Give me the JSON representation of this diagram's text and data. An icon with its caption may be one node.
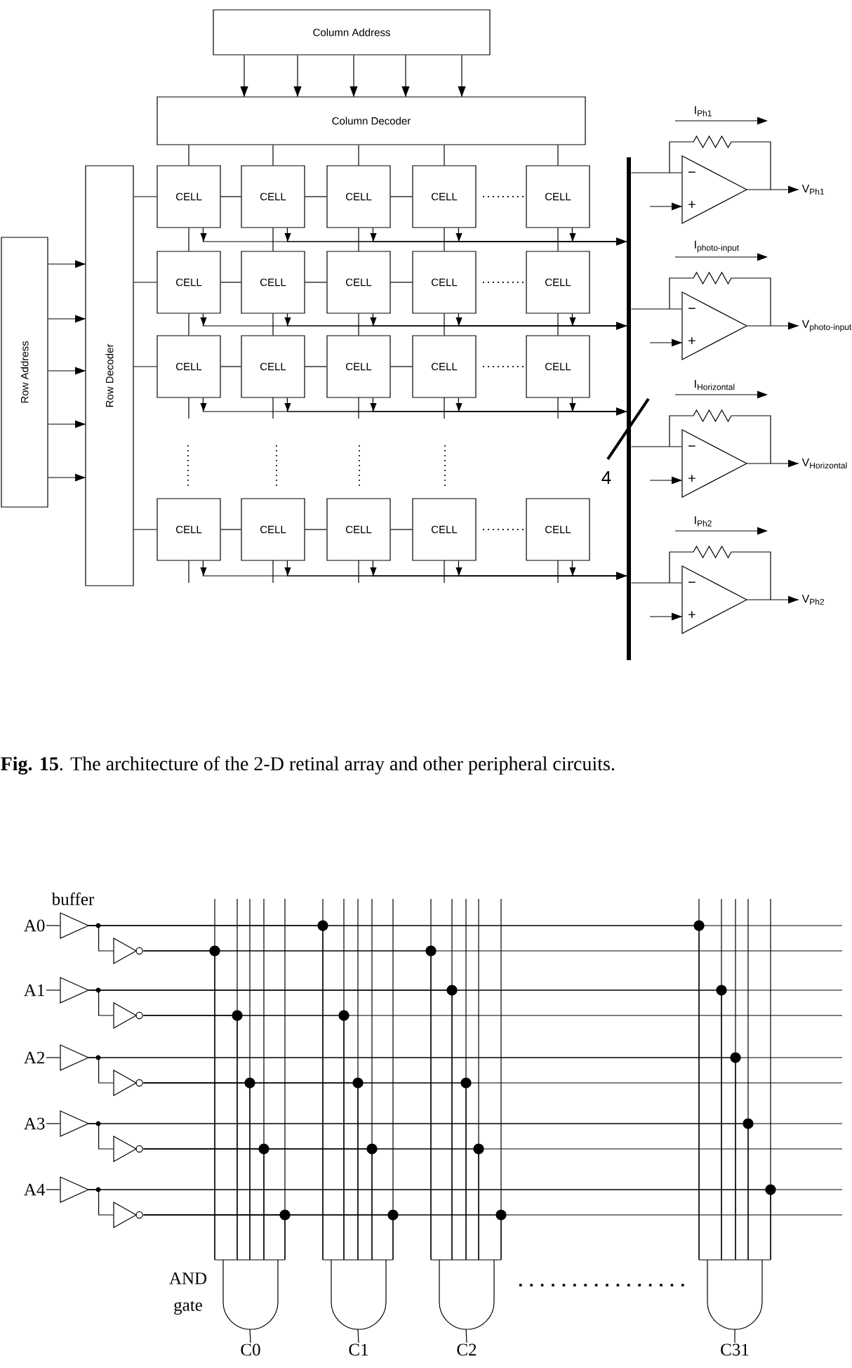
{
  "diagram": {
    "caption": "**Fig. 15**. The architecture of the 2-D retinal array and other peripheral circuits.",
    "nodes": [
      {
        "text": [
          "Column Address"
        ]
      },
      {
        "text": [
          "Column Decoder"
        ]
      },
      {
        "text": [
          "Row Address"
        ]
      },
      {
        "text": [
          "Row Decoder"
        ]
      },
      {
        "text": [
          "CELL"
        ]
      },
      {
        "text": [
          "CELL"
        ]
      },
      {
        "text": [
          "CELL"
        ]
      },
      {
        "text": [
          "CELL"
        ]
      },
      {
        "text": [
          "CELL"
        ]
      },
      {
        "text": [
          "CELL"
        ]
      },
      {
        "text": [
          "CELL"
        ]
      },
      {
        "text": [
          "CELL"
        ]
      },
      {
        "text": [
          "CELL"
        ]
      },
      {
        "text": [
          "CELL"
        ]
      },
      {
        "text": [
          "CELL"
        ]
      },
      {
        "text": [
          "CELL"
        ]
      },
      {
        "text": [
          "CELL"
        ]
      },
      {
        "text": [
          "CELL"
        ]
      },
      {
        "text": [
          "CELL"
        ]
      },
      {
        "text": [
          "CELL"
        ]
      },
      {
        "text": [
          "CELL"
        ]
      },
      {
        "text": [
          "CELL"
        ]
      },
      {
        "text": [
          "CELL"
        ]
      },
      {
        "text": [
          "CELL"
        ]
      },
      {
        "text": [],
        "shape": "bar"
      },
      {
        "text": [
          "−",
          "+"
        ]
      },
      {
        "text": [
          "−",
          "+"
        ]
      },
      {
        "text": [
          "−",
          "+"
        ]
      },
      {
        "text": [
          "−",
          "+"
        ]
      },
      {
        "text": [
          "\\mathsf{V}_{\\mathsf{Ph1}}"
        ]
      },
      {
        "text": [
          "\\mathsf{V}_{\\mathsf{photo\\text{-}input}}"
        ]
      },
      {
        "text": [
          "\\mathsf{V}_{\\mathsf{Horizontal}}"
        ]
      },
      {
        "text": [
          "\\mathsf{V}_{\\mathsf{Ph2}}"
        ]
      },
      {
        "text": [
          "A0"
        ]
      },
      {
        "text": [
          "A1"
        ]
      },
      {
        "text": [
          "A2"
        ]
      },
      {
        "text": [
          "A3"
        ]
      },
      {
        "text": [
          "A4"
        ]
      },
      {
        "text": [],
        "shape": "triangle"
      },
      {
        "text": [],
        "shape": "triangle"
      },
      {
        "text": [],
        "shape": "triangle"
      },
      {
        "text": [],
        "shape": "triangle"
      },
      {
        "text": [],
        "shape": "triangle"
      },
      {
        "text": [],
        "shape": "triangle"
      },
      {
        "text": [],
        "shape": "triangle"
      },
      {
        "text": [],
        "shape": "triangle"
      },
      {
        "text": [],
        "shape": "triangle"
      },
      {
        "text": [],
        "shape": "triangle"
      },
      {
        "text": [],
        "shape": "gate"
      },
      {
        "text": [],
        "shape": "gate"
      },
      {
        "text": [],
        "shape": "gate"
      },
      {
        "text": [],
        "shape": "gate"
      },
      {
        "text": [
          "C0"
        ]
      },
      {
        "text": [
          "C1"
        ]
      },
      {
        "text": [
          "C2"
        ]
      },
      {
        "text": [
          "C31"
        ]
      }
    ],
    "edges": [
      {
        "from": 0,
        "to": 1,
        "arrow": "to"
      },
      {
        "from": 0,
        "to": 1,
        "arrow": "to"
      },
      {
        "from": 0,
        "to": 1,
        "arrow": "to"
      },
      {
        "from": 0,
        "to": 1,
        "arrow": "to"
      },
      {
        "from": 0,
        "to": 1,
        "arrow": "to"
      },
      {
        "from": 2,
        "to": 3,
        "arrow": "to"
      },
      {
        "from": 2,
        "to": 3,
        "arrow": "to"
      },
      {
        "from": 2,
        "to": 3,
        "arrow": "to"
      },
      {
        "from": 2,
        "to": 3,
        "arrow": "to"
      },
      {
        "from": 2,
        "to": 3,
        "arrow": "to"
      },
      {
        "from": 1,
        "to": 4,
        "arrow": "none"
      },
      {
        "from": 1,
        "to": 5,
        "arrow": "none"
      },
      {
        "from": 1,
        "to": 6,
        "arrow": "none"
      },
      {
        "from": 1,
        "to": 7,
        "arrow": "none"
      },
      {
        "from": 1,
        "to": 8,
        "arrow": "none"
      },
      {
        "from": 4,
        "to": 9,
        "arrow": "none"
      },
      {
        "from": 5,
        "to": 10,
        "arrow": "none"
      },
      {
        "from": 6,
        "to": 11,
        "arrow": "none"
      },
      {
        "from": 7,
        "to": 12,
        "arrow": "none"
      },
      {
        "from": 8,
        "to": 13,
        "arrow": "none"
      },
      {
        "from": 9,
        "to": 14,
        "arrow": "none"
      },
      {
        "from": 10,
        "to": 15,
        "arrow": "none"
      },
      {
        "from": 11,
        "to": 16,
        "arrow": "none"
      },
      {
        "from": 12,
        "to": 17,
        "arrow": "none"
      },
      {
        "from": 13,
        "to": 18,
        "arrow": "none"
      },
      {
        "from": 3,
        "to": 4,
        "arrow": "none"
      },
      {
        "from": 3,
        "to": 9,
        "arrow": "none"
      },
      {
        "from": 3,
        "to": 14,
        "arrow": "none"
      },
      {
        "from": 3,
        "to": 19,
        "arrow": "none"
      },
      {
        "from": 4,
        "to": 5,
        "arrow": "none"
      },
      {
        "from": 5,
        "to": 6,
        "arrow": "none"
      },
      {
        "from": 6,
        "to": 7,
        "arrow": "none"
      },
      {
        "from": 9,
        "to": 10,
        "arrow": "none"
      },
      {
        "from": 10,
        "to": 11,
        "arrow": "none"
      },
      {
        "from": 11,
        "to": 12,
        "arrow": "none"
      },
      {
        "from": 14,
        "to": 15,
        "arrow": "none"
      },
      {
        "from": 15,
        "to": 16,
        "arrow": "none"
      },
      {
        "from": 16,
        "to": 17,
        "arrow": "none"
      },
      {
        "from": 19,
        "to": 20,
        "arrow": "none"
      },
      {
        "from": 20,
        "to": 21,
        "arrow": "none"
      },
      {
        "from": 21,
        "to": 22,
        "arrow": "none"
      },
      {
        "from": 4,
        "to": 24,
        "arrow": "to"
      },
      {
        "from": 5,
        "to": 24,
        "arrow": "to"
      },
      {
        "from": 6,
        "to": 24,
        "arrow": "to"
      },
      {
        "from": 7,
        "to": 24,
        "arrow": "to"
      },
      {
        "from": 8,
        "to": 24,
        "arrow": "to"
      },
      {
        "from": 9,
        "to": 24,
        "arrow": "to"
      },
      {
        "from": 10,
        "to": 24,
        "arrow": "to"
      },
      {
        "from": 11,
        "to": 24,
        "arrow": "to"
      },
      {
        "from": 12,
        "to": 24,
        "arrow": "to"
      },
      {
        "from": 13,
        "to": 24,
        "arrow": "to"
      },
      {
        "from": 14,
        "to": 24,
        "arrow": "to"
      },
      {
        "from": 15,
        "to": 24,
        "arrow": "to"
      },
      {
        "from": 16,
        "to": 24,
        "arrow": "to"
      },
      {
        "from": 17,
        "to": 24,
        "arrow": "to"
      },
      {
        "from": 18,
        "to": 24,
        "arrow": "to"
      },
      {
        "from": 19,
        "to": 24,
        "arrow": "to"
      },
      {
        "from": 20,
        "to": 24,
        "arrow": "to"
      },
      {
        "from": 21,
        "to": 24,
        "arrow": "to"
      },
      {
        "from": 22,
        "to": 24,
        "arrow": "to"
      },
      {
        "from": 23,
        "to": 24,
        "arrow": "to"
      },
      {
        "from": 24,
        "to": 25,
        "arrow": "none"
      },
      {
        "from": 24,
        "to": 26,
        "arrow": "none"
      },
      {
        "from": 24,
        "to": 27,
        "arrow": "none"
      },
      {
        "from": 24,
        "to": 28,
        "arrow": "none"
      },
      {
        "from": null,
        "to": 25,
        "arrow": "to"
      },
      {
        "from": null,
        "to": 26,
        "arrow": "to"
      },
      {
        "from": null,
        "to": 27,
        "arrow": "to"
      },
      {
        "from": null,
        "to": 28,
        "arrow": "to"
      },
      {
        "from": 25,
        "to": 29,
        "arrow": "to"
      },
      {
        "from": 26,
        "to": 30,
        "arrow": "to"
      },
      {
        "from": 27,
        "to": 31,
        "arrow": "to"
      },
      {
        "from": 28,
        "to": 32,
        "arrow": "to"
      },
      {
        "from": 33,
        "to": 38,
        "arrow": "none"
      },
      {
        "from": 34,
        "to": 39,
        "arrow": "none"
      },
      {
        "from": 35,
        "to": 40,
        "arrow": "none"
      },
      {
        "from": 36,
        "to": 41,
        "arrow": "none"
      },
      {
        "from": 37,
        "to": 42,
        "arrow": "none"
      },
      {
        "from": 38,
        "to": 43,
        "arrow": "none"
      },
      {
        "from": 39,
        "to": 44,
        "arrow": "none"
      },
      {
        "from": 40,
        "to": 45,
        "arrow": "none"
      },
      {
        "from": 41,
        "to": 46,
        "arrow": "none"
      },
      {
        "from": 42,
        "to": 47,
        "arrow": "none"
      },
      {
        "from": 43,
        "to": 48,
        "arrow": "none"
      },
      {
        "from": 44,
        "to": 48,
        "arrow": "none"
      },
      {
        "from": 45,
        "to": 48,
        "arrow": "none"
      },
      {
        "from": 46,
        "to": 48,
        "arrow": "none"
      },
      {
        "from": 47,
        "to": 48,
        "arrow": "none"
      },
      {
        "from": 38,
        "to": 49,
        "arrow": "none"
      },
      {
        "from": 44,
        "to": 49,
        "arrow": "none"
      },
      {
        "from": 45,
        "to": 49,
        "arrow": "none"
      },
      {
        "from": 46,
        "to": 49,
        "arrow": "none"
      },
      {
        "from": 47,
        "to": 49,
        "arrow": "none"
      },
      {
        "from": 43,
        "to": 50,
        "arrow": "none"
      },
      {
        "from": 39,
        "to": 50,
        "arrow": "none"
      },
      {
        "from": 45,
        "to": 50,
        "arrow": "none"
      },
      {
        "from": 46,
        "to": 50,
        "arrow": "none"
      },
      {
        "from": 47,
        "to": 50,
        "arrow": "none"
      },
      {
        "from": 38,
        "to": 51,
        "arrow": "none"
      },
      {
        "from": 39,
        "to": 51,
        "arrow": "none"
      },
      {
        "from": 40,
        "to": 51,
        "arrow": "none"
      },
      {
        "from": 41,
        "to": 51,
        "arrow": "none"
      },
      {
        "from": 42,
        "to": 51,
        "arrow": "none"
      },
      {
        "from": 48,
        "to": 52,
        "arrow": "none"
      },
      {
        "from": 49,
        "to": 53,
        "arrow": "none"
      },
      {
        "from": 50,
        "to": 54,
        "arrow": "none"
      },
      {
        "from": 51,
        "to": 55,
        "arrow": "none"
      }
    ],
    "labels": [
      "\\mathsf{I}_{\\mathsf{Ph1}}",
      "\\mathsf{I}_{\\mathsf{photo\\text{-}input}}",
      "\\mathsf{I}_{\\mathsf{Horizontal}}",
      "\\mathsf{I}_{\\mathsf{Ph2}}",
      "4",
      "buffer",
      "AND gate"
    ]
  }
}
